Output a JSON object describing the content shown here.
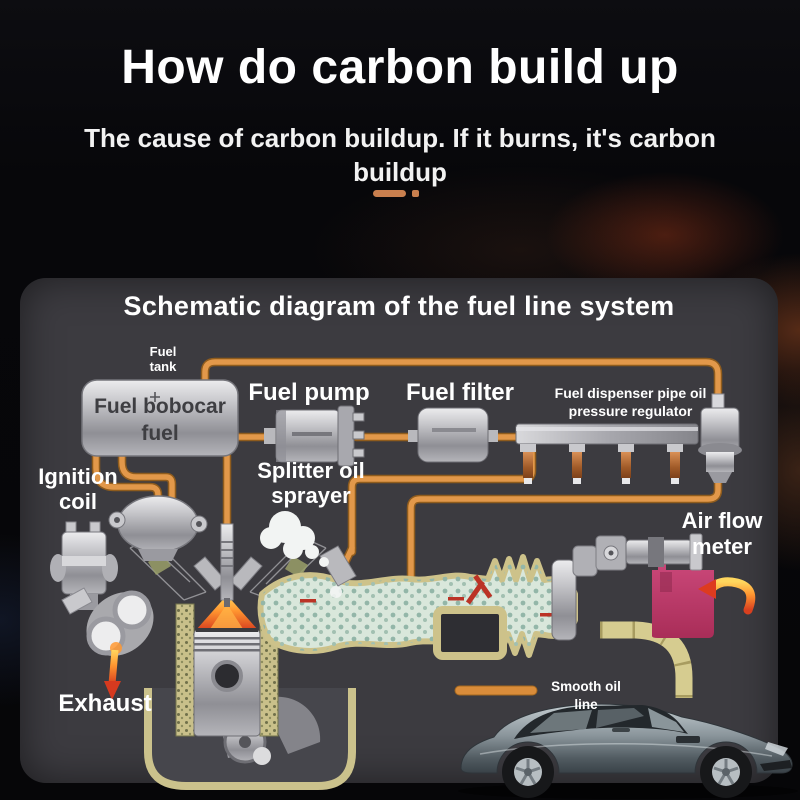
{
  "header": {
    "title": "How do carbon build up",
    "subtitle": "The cause of carbon buildup. If it burns, it's carbon buildup"
  },
  "panel": {
    "title": "Schematic diagram of the fuel line system"
  },
  "labels": {
    "fuel_tank": "Fuel tank",
    "tank_body": "Fuel bobocar fuel",
    "fuel_pump": "Fuel pump",
    "fuel_filter": "Fuel filter",
    "pressure_regulator": "Fuel dispenser pipe oil pressure regulator",
    "ignition_coil": "Ignition coil",
    "splitter_sprayer": "Splitter oil sprayer",
    "air_flow_meter": "Air flow meter",
    "exhaust": "Exhaust",
    "smooth_oil_line": "Smooth oil line"
  },
  "colors": {
    "background": "#08080a",
    "panel": "#3c3b40",
    "accent_underline": "#c97f4e",
    "pipe_orange": "#e2984a",
    "injector_copper": "#a05a28",
    "air_filter_pink": "#c23a6b",
    "arrow_red": "#d8401f",
    "mixture_duct": "#d9e7db",
    "duct_khaki": "#cdc28a",
    "car_silver": "#8b969c",
    "text": "#ffffff"
  }
}
